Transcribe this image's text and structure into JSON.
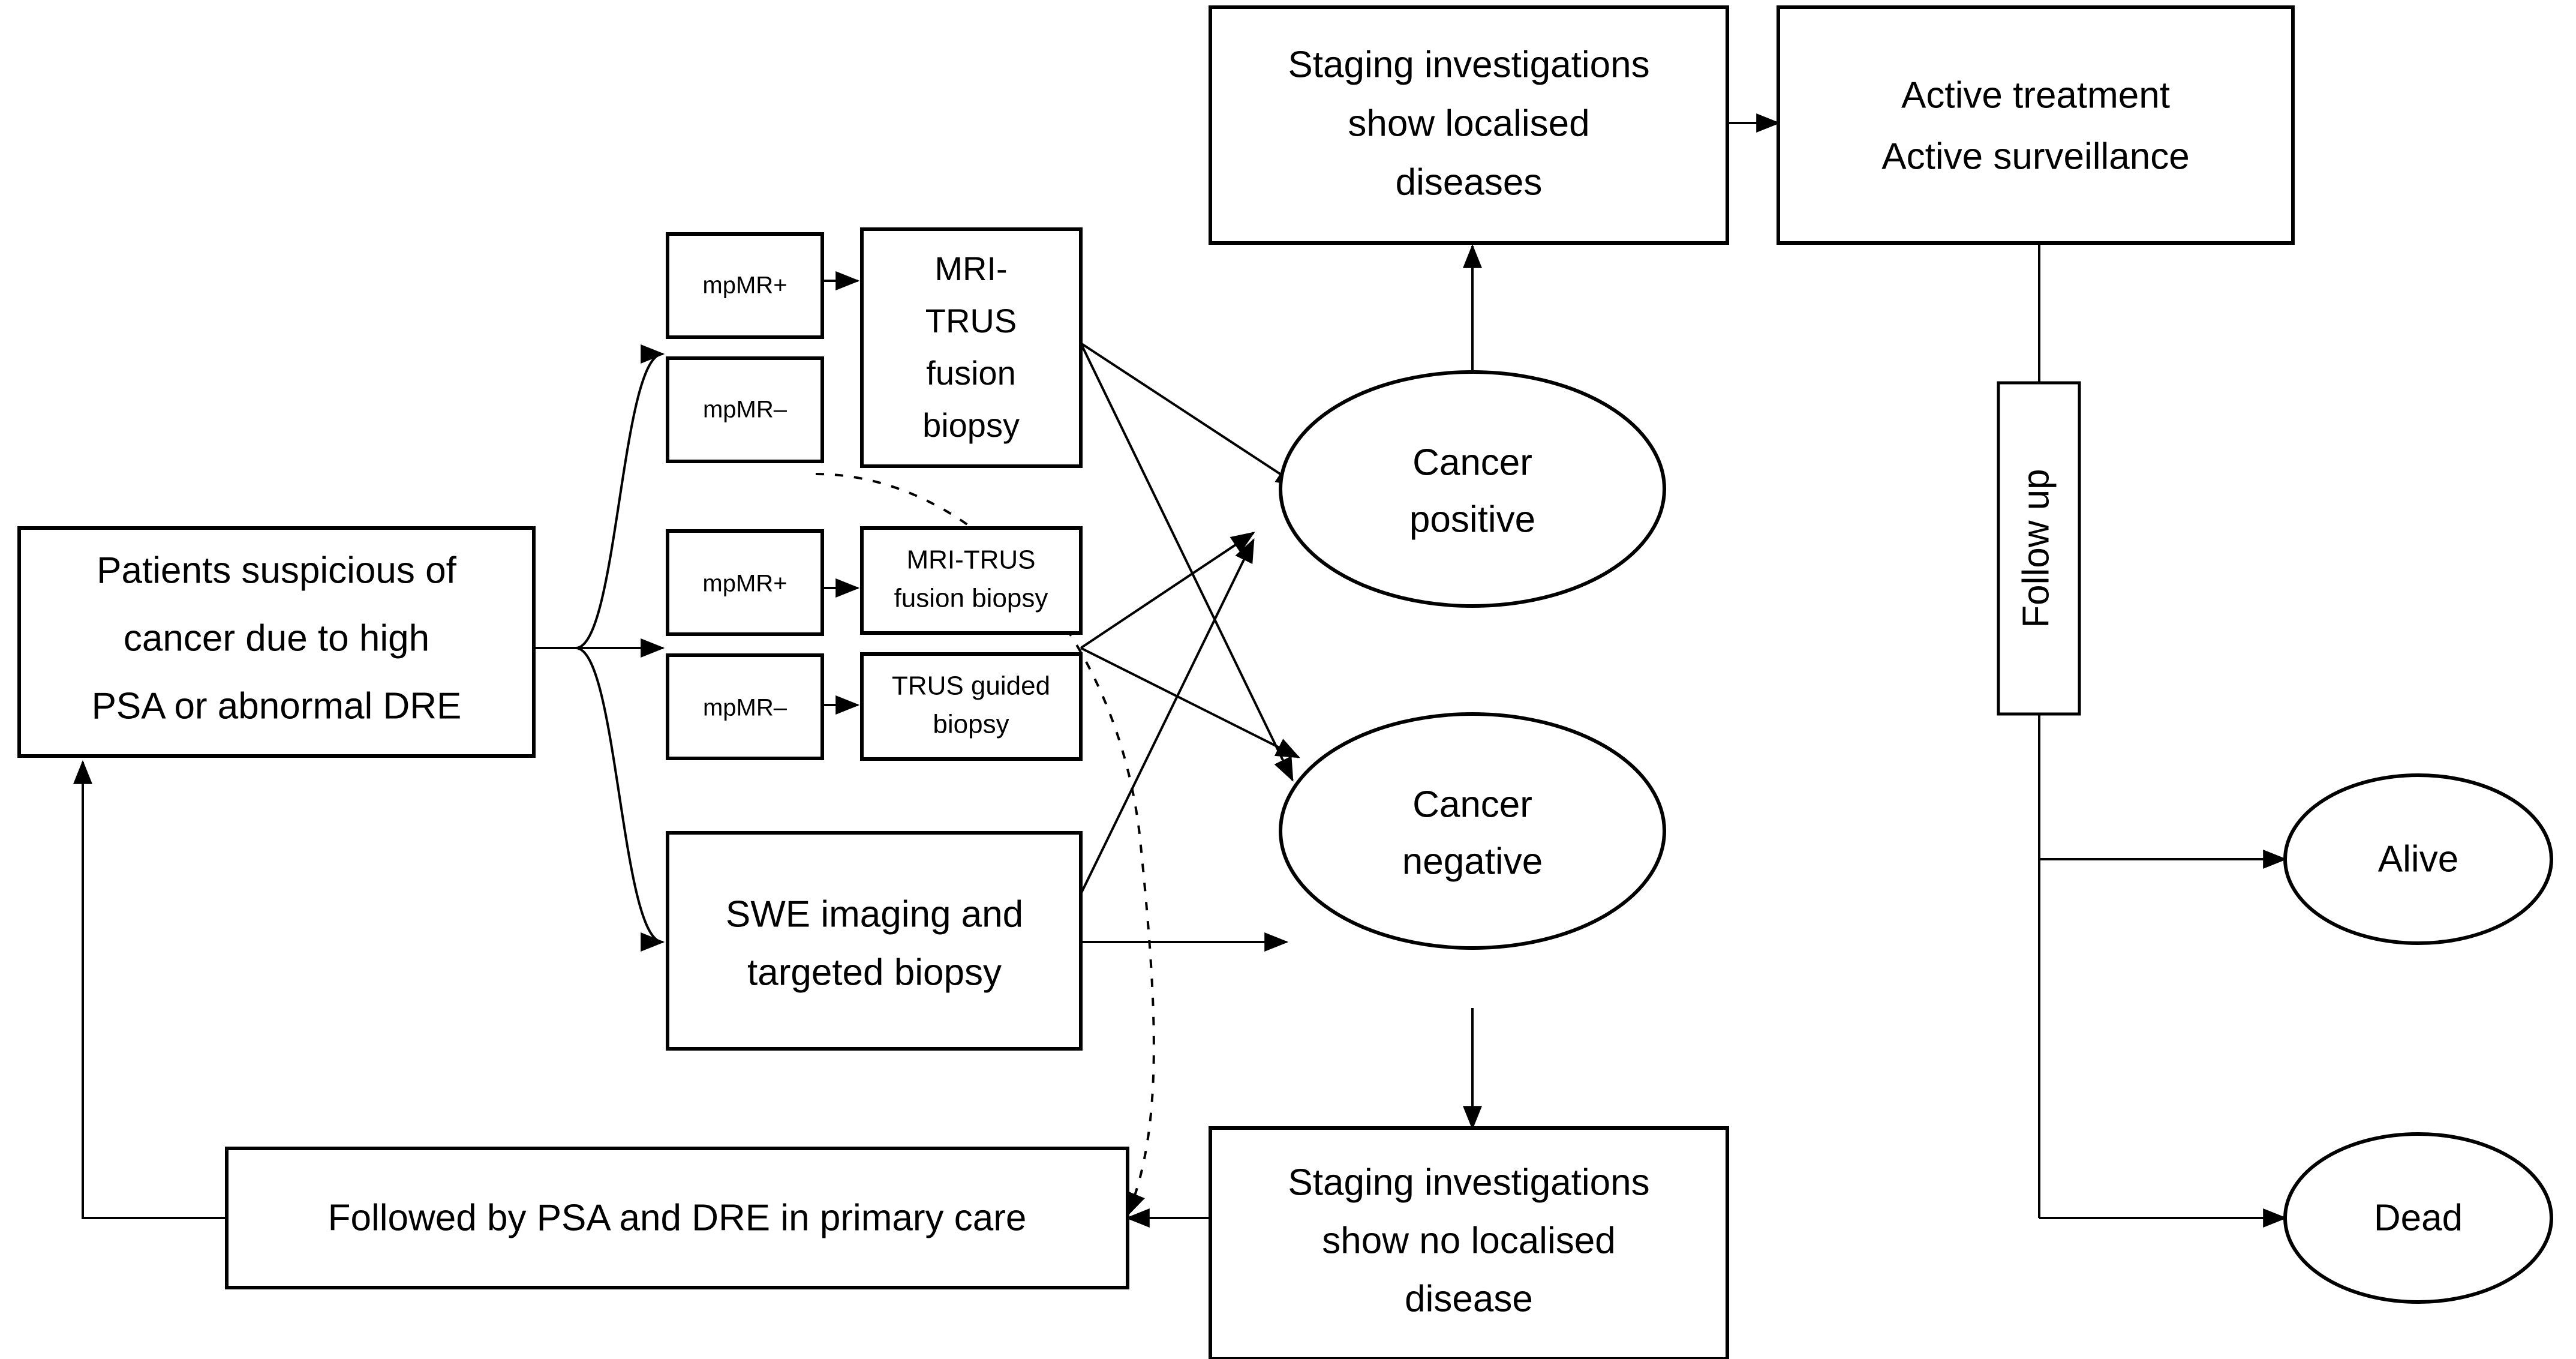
{
  "diagram": {
    "title": "Prostate cancer diagnostic pathway flowchart",
    "background_color": "#ffffff",
    "stroke_color": "#000000",
    "nodes": {
      "patients": {
        "lines": [
          "Patients suspicious of",
          "cancer due to high",
          "PSA or abnormal DRE"
        ]
      },
      "arm1_mpmr_pos": {
        "label": "mpMR+"
      },
      "arm1_mpmr_neg": {
        "label": "mpMR–"
      },
      "arm1_biopsy": {
        "lines": [
          "MRI-",
          "TRUS",
          "fusion",
          "biopsy"
        ]
      },
      "arm2_mpmr_pos": {
        "label": "mpMR+"
      },
      "arm2_mpmr_neg": {
        "label": "mpMR–"
      },
      "arm2_biopsy_pos": {
        "lines": [
          "MRI-TRUS",
          "fusion biopsy"
        ]
      },
      "arm2_biopsy_neg": {
        "lines": [
          "TRUS guided",
          "biopsy"
        ]
      },
      "arm3_swe": {
        "lines": [
          "SWE imaging and",
          "targeted biopsy"
        ]
      },
      "cancer_positive": {
        "lines": [
          "Cancer",
          "positive"
        ]
      },
      "cancer_negative": {
        "lines": [
          "Cancer",
          "negative"
        ]
      },
      "staging_localised": {
        "lines": [
          "Staging investigations",
          "show localised",
          "diseases"
        ]
      },
      "staging_no_localised": {
        "lines": [
          "Staging investigations",
          "show no localised",
          "disease"
        ]
      },
      "active_treatment": {
        "lines": [
          "Active treatment",
          "Active surveillance"
        ]
      },
      "follow_up": {
        "label": "Follow up"
      },
      "alive": {
        "label": "Alive"
      },
      "dead": {
        "label": "Dead"
      },
      "primary_care": {
        "label": "Followed by PSA and DRE in primary care"
      }
    },
    "edges": [
      {
        "from": "patients",
        "to": "arm1_mpmr_group",
        "style": "solid"
      },
      {
        "from": "patients",
        "to": "arm2_mpmr_group",
        "style": "solid"
      },
      {
        "from": "patients",
        "to": "arm3_swe",
        "style": "solid"
      },
      {
        "from": "arm1_mpmr_pos",
        "to": "arm1_biopsy",
        "style": "solid"
      },
      {
        "from": "arm2_mpmr_pos",
        "to": "arm2_biopsy_pos",
        "style": "solid"
      },
      {
        "from": "arm2_mpmr_neg",
        "to": "arm2_biopsy_neg",
        "style": "solid"
      },
      {
        "from": "arm1_biopsy",
        "to": "cancer_positive",
        "style": "solid"
      },
      {
        "from": "arm1_biopsy",
        "to": "cancer_negative",
        "style": "solid"
      },
      {
        "from": "arm2_biopsy_group",
        "to": "cancer_positive",
        "style": "solid"
      },
      {
        "from": "arm2_biopsy_group",
        "to": "cancer_negative",
        "style": "solid"
      },
      {
        "from": "arm3_swe",
        "to": "cancer_positive",
        "style": "solid"
      },
      {
        "from": "arm3_swe",
        "to": "cancer_negative",
        "style": "solid"
      },
      {
        "from": "arm1_biopsy",
        "to": "primary_care",
        "style": "dotted"
      },
      {
        "from": "cancer_positive",
        "to": "staging_localised",
        "style": "solid"
      },
      {
        "from": "cancer_negative",
        "to": "staging_no_localised",
        "style": "solid"
      },
      {
        "from": "staging_localised",
        "to": "active_treatment",
        "style": "solid"
      },
      {
        "from": "staging_no_localised",
        "to": "primary_care",
        "style": "solid"
      },
      {
        "from": "primary_care",
        "to": "patients",
        "style": "solid"
      },
      {
        "from": "active_treatment",
        "to": "follow_up",
        "style": "solid"
      },
      {
        "from": "follow_up",
        "to": "alive",
        "style": "solid"
      },
      {
        "from": "follow_up",
        "to": "dead",
        "style": "solid"
      }
    ]
  }
}
